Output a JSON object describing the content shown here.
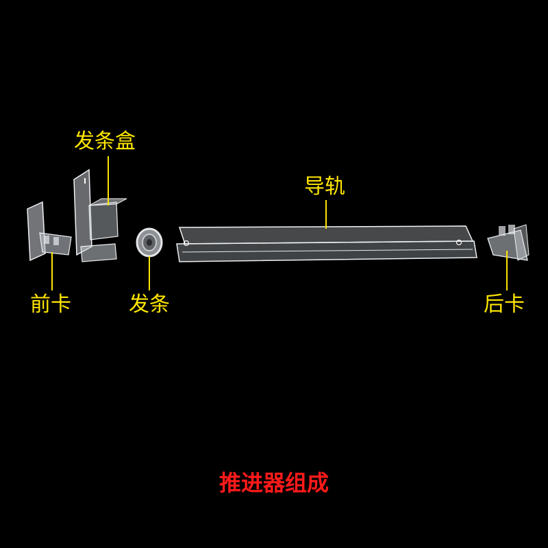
{
  "labels": {
    "spring_box": "发条盒",
    "rail": "导轨",
    "front_clip": "前卡",
    "spring": "发条",
    "rear_clip": "后卡"
  },
  "caption": "推进器组成",
  "colors": {
    "background": "#000000",
    "label": "#ffe600",
    "caption": "#ff1a1a",
    "part": "#d9dde2"
  }
}
